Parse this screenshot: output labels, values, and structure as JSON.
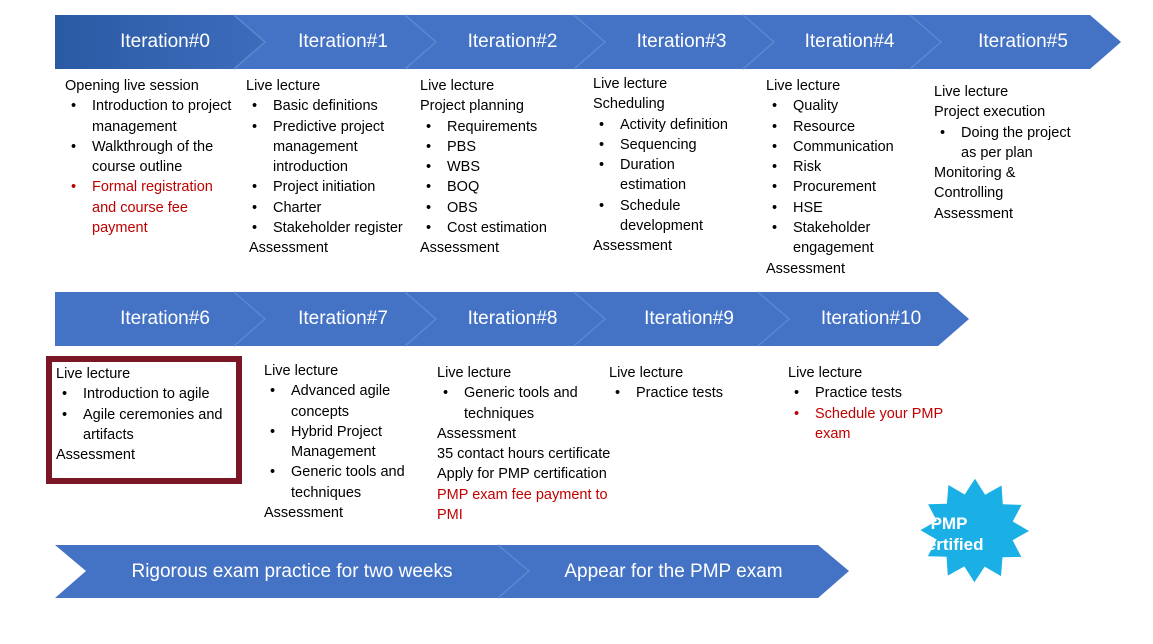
{
  "colors": {
    "chevron_dark": "#2f5ea6",
    "chevron": "#4472c4",
    "red_text": "#c00000",
    "highlight_border": "#7b1626",
    "badge": "#1ab0e6"
  },
  "row1": [
    {
      "label": "Iteration#0"
    },
    {
      "label": "Iteration#1"
    },
    {
      "label": "Iteration#2"
    },
    {
      "label": "Iteration#3"
    },
    {
      "label": "Iteration#4"
    },
    {
      "label": "Iteration#5"
    }
  ],
  "row2": [
    {
      "label": "Iteration#6"
    },
    {
      "label": "Iteration#7"
    },
    {
      "label": "Iteration#8"
    },
    {
      "label": "Iteration#9"
    },
    {
      "label": "Iteration#10"
    }
  ],
  "details": {
    "it0": {
      "heading": "Opening live session",
      "bullets": [
        "Introduction to project management",
        "Walkthrough of the course outline"
      ],
      "red_bullet": "Formal registration and course fee payment"
    },
    "it1": {
      "heading": "Live lecture",
      "bullets": [
        "Basic definitions",
        "Predictive project management introduction",
        "Project initiation",
        "Charter",
        "Stakeholder register"
      ],
      "footer": "Assessment"
    },
    "it2": {
      "heading": "Live lecture",
      "subheading": "Project planning",
      "bullets": [
        "Requirements",
        "PBS",
        "WBS",
        "BOQ",
        "OBS",
        "Cost estimation"
      ],
      "footer": "Assessment"
    },
    "it3": {
      "heading": "Live lecture",
      "subheading": "Scheduling",
      "bullets": [
        "Activity definition",
        "Sequencing",
        "Duration estimation",
        "Schedule development"
      ],
      "footer": "Assessment"
    },
    "it4": {
      "heading": "Live lecture",
      "bullets": [
        "Quality",
        "Resource",
        "Communication",
        "Risk",
        "Procurement",
        "HSE",
        "Stakeholder engagement"
      ],
      "footer": "Assessment"
    },
    "it5": {
      "heading": "Live lecture",
      "subheading": "Project execution",
      "bullets": [
        "Doing the project as per plan"
      ],
      "footer1": "Monitoring &",
      "footer2": "Controlling",
      "footer3": "Assessment"
    },
    "it6": {
      "heading": "Live lecture",
      "bullets": [
        "Introduction to agile",
        "Agile ceremonies and artifacts"
      ],
      "footer": "Assessment"
    },
    "it7": {
      "heading": "Live lecture",
      "bullets": [
        "Advanced agile concepts",
        "Hybrid Project Management",
        "Generic tools and techniques"
      ],
      "footer": "Assessment"
    },
    "it8": {
      "heading": "Live lecture",
      "bullets": [
        "Generic tools and techniques"
      ],
      "footer": "Assessment",
      "line2": "35 contact hours certificate",
      "line3": "Apply for PMP certification",
      "red_line": "PMP exam fee payment to PMI"
    },
    "it9": {
      "heading": "Live lecture",
      "bullets": [
        "Practice tests"
      ]
    },
    "it10": {
      "heading": "Live lecture",
      "bullets": [
        "Practice tests"
      ],
      "red_bullet": "Schedule your PMP exam"
    }
  },
  "bottom": {
    "practice": "Rigorous exam practice for two weeks",
    "appear": "Appear for the PMP exam"
  },
  "badge": {
    "line1": "PMP",
    "line2": "Certified"
  }
}
